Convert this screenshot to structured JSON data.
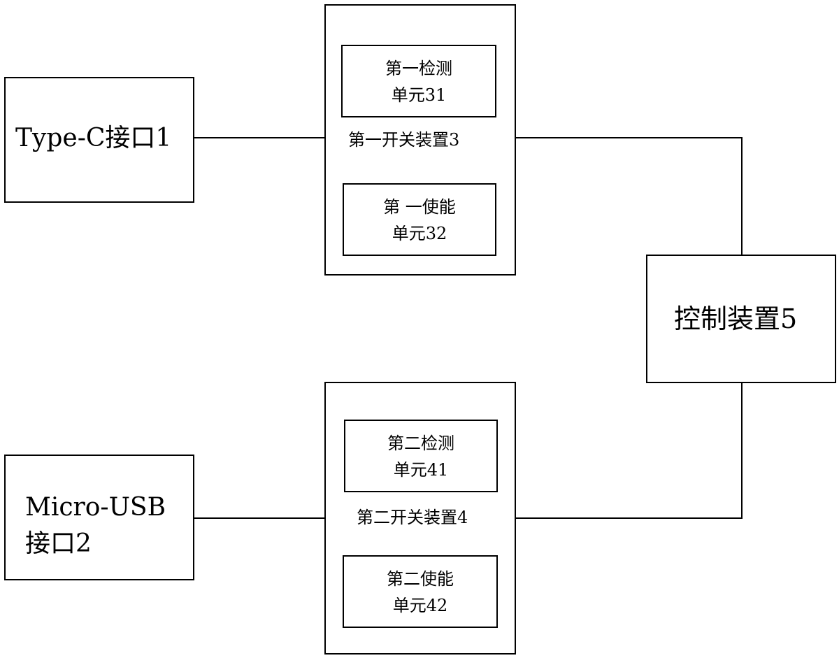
{
  "type_c": {
    "label": "Type-C接口1"
  },
  "micro_usb": {
    "line1": "Micro-USB",
    "line2": "接口2"
  },
  "switch1": {
    "label": "第一开关装置3",
    "detect_unit": {
      "line1": "第一检测",
      "line2": "单元31"
    },
    "enable_unit": {
      "line1": "第 一使能",
      "line2": "单元32"
    }
  },
  "switch2": {
    "label": "第二开关装置4",
    "detect_unit": {
      "line1": "第二检测",
      "line2": "单元41"
    },
    "enable_unit": {
      "line1": "第二使能",
      "line2": "单元42"
    }
  },
  "controller": {
    "label": "控制装置5"
  }
}
